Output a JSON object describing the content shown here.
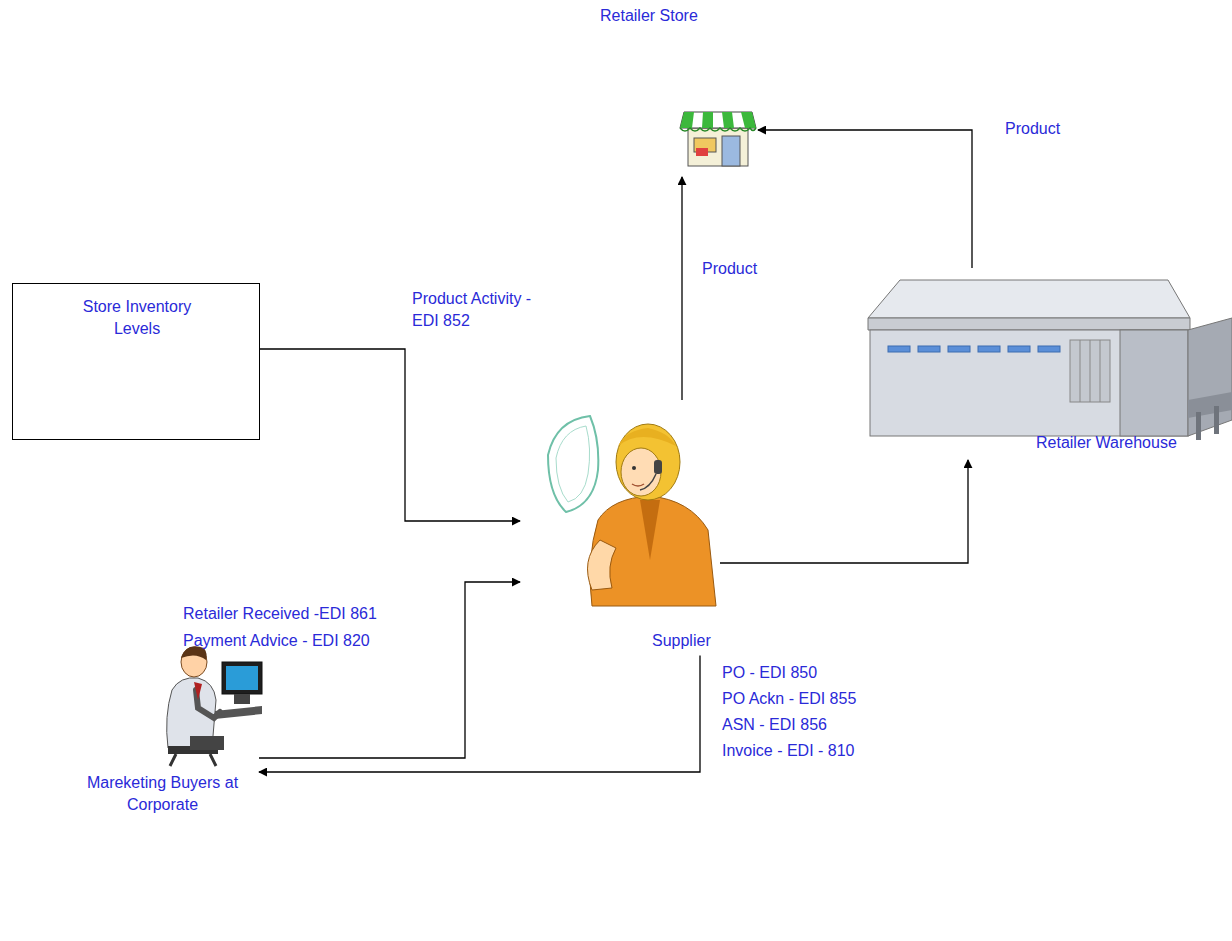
{
  "diagram": {
    "nodes": [
      {
        "text": [
          "Retailer Store"
        ]
      },
      {
        "text": [
          "Store Inventory Levels"
        ]
      },
      {
        "text": [
          "Supplier"
        ]
      },
      {
        "text": [
          "Retailer Warehouse"
        ]
      },
      {
        "text": [
          "Mareketing Buyers at Corporate"
        ]
      }
    ],
    "edges": [
      {
        "from": 1,
        "to": 2,
        "arrow": "to",
        "label": "Product Activity - EDI 852"
      },
      {
        "from": 2,
        "to": 0,
        "arrow": "to",
        "label": "Product"
      },
      {
        "from": 3,
        "to": 0,
        "arrow": "to",
        "label": "Product"
      },
      {
        "from": 2,
        "to": 3,
        "arrow": "to"
      },
      {
        "from": 4,
        "to": 2,
        "arrow": "to"
      },
      {
        "from": 2,
        "to": 4,
        "arrow": "to"
      }
    ],
    "labels": [
      "Retailer Received -EDI 861",
      "Payment Advice - EDI 820",
      "PO - EDI 850",
      "PO Ackn - EDI 855",
      "ASN - EDI 856",
      "Invoice - EDI - 810"
    ]
  }
}
